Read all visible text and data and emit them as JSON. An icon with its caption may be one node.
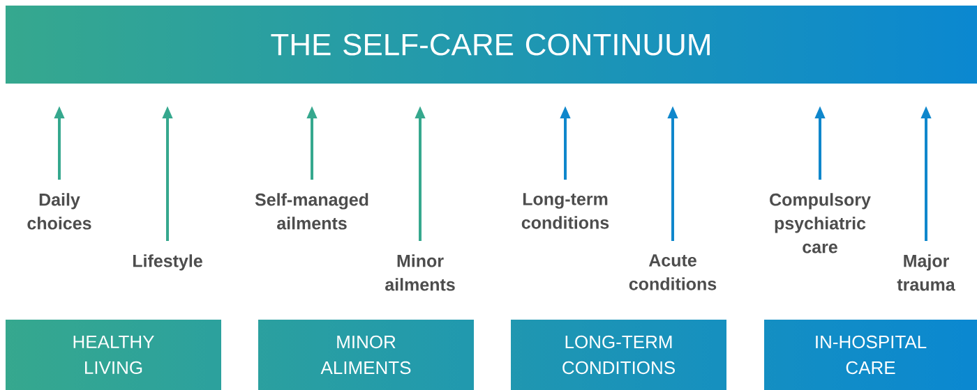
{
  "diagram": {
    "nodes": [
      {
        "text": [
          "THE SELF-CARE CONTINUUM"
        ]
      },
      {
        "text": [
          "Daily choices"
        ]
      },
      {
        "text": [
          "Lifestyle"
        ]
      },
      {
        "text": [
          "Self-managed ailments"
        ]
      },
      {
        "text": [
          "Minor ailments"
        ]
      },
      {
        "text": [
          "Long-term conditions"
        ]
      },
      {
        "text": [
          "Acute conditions"
        ]
      },
      {
        "text": [
          "Compulsory psychiatric care"
        ]
      },
      {
        "text": [
          "Major trauma"
        ]
      },
      {
        "text": [
          "HEALTHY LIVING"
        ]
      },
      {
        "text": [
          "MINOR ALIMENTS"
        ]
      },
      {
        "text": [
          "LONG-TERM CONDITIONS"
        ]
      },
      {
        "text": [
          "IN-HOSPITAL CARE"
        ]
      }
    ],
    "edges": [
      {
        "from": 1,
        "to": null,
        "arrow": "to",
        "color": "#36a88e"
      },
      {
        "from": 2,
        "to": null,
        "arrow": "to",
        "color": "#36a88e"
      },
      {
        "from": 3,
        "to": null,
        "arrow": "to",
        "color": "#36a88e"
      },
      {
        "from": 4,
        "to": null,
        "arrow": "to",
        "color": "#36a88e"
      },
      {
        "from": 5,
        "to": null,
        "arrow": "to",
        "color": "#0f87cc"
      },
      {
        "from": 6,
        "to": null,
        "arrow": "to",
        "color": "#0f87cc"
      },
      {
        "from": 7,
        "to": null,
        "arrow": "to",
        "color": "#0f87cc"
      },
      {
        "from": 8,
        "to": null,
        "arrow": "to",
        "color": "#0f87cc"
      }
    ]
  }
}
